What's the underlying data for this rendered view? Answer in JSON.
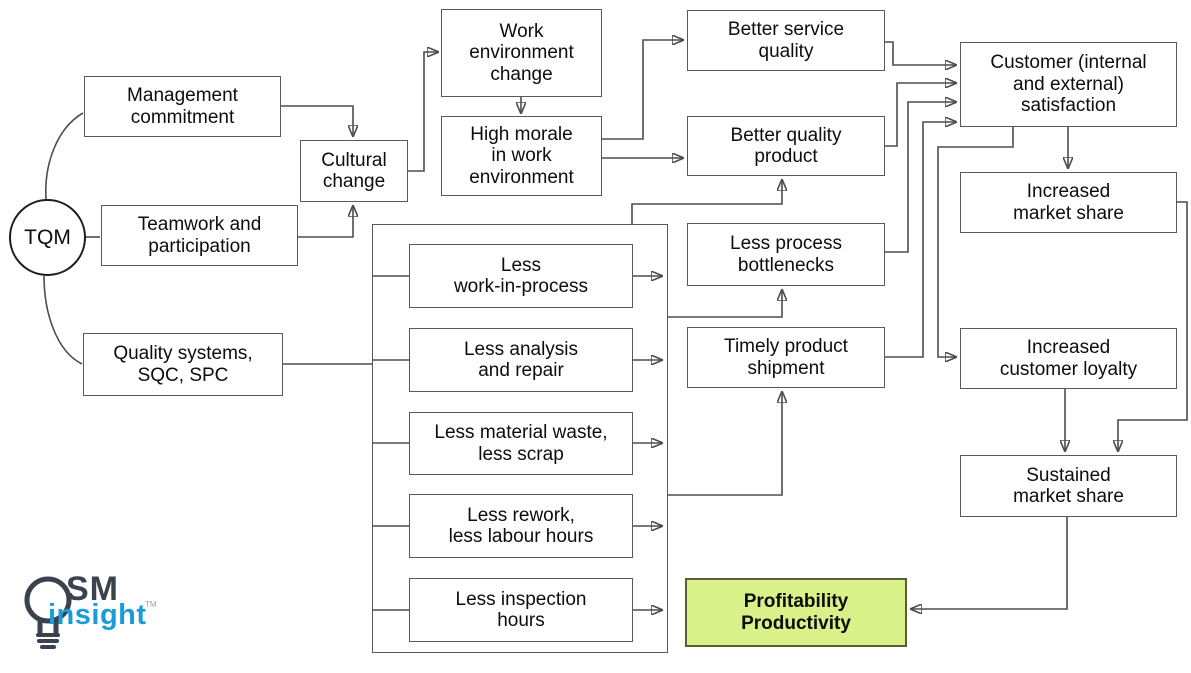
{
  "nodes": {
    "tqm": "TQM",
    "management": "Management\ncommitment",
    "teamwork": "Teamwork and\nparticipation",
    "quality_systems": "Quality systems,\nSQC, SPC",
    "cultural_change": "Cultural\nchange",
    "work_env_change": "Work\nenvironment\nchange",
    "high_morale": "High morale\nin work\nenvironment",
    "better_service": "Better service\nquality",
    "better_product": "Better quality\nproduct",
    "less_wip": "Less\nwork-in-process",
    "less_analysis": "Less analysis\nand repair",
    "less_material": "Less material waste,\nless scrap",
    "less_rework": "Less rework,\nless labour hours",
    "less_inspection": "Less inspection\nhours",
    "less_bottlenecks": "Less process\nbottlenecks",
    "timely_shipment": "Timely product\nshipment",
    "customer_satisfaction": "Customer (internal\nand external)\nsatisfaction",
    "increased_market_share": "Increased\nmarket share",
    "increased_loyalty": "Increased\ncustomer loyalty",
    "sustained_market_share": "Sustained\nmarket share",
    "profitability": "Profitability\nProductivity"
  },
  "logo": {
    "sm": "SM",
    "insight": "insight",
    "tm": "TM"
  },
  "colors": {
    "highlight_fill": "#d9f188",
    "highlight_border": "#5a5f33",
    "line": "#4d4d4d",
    "box_border": "#595959",
    "logo_dark": "#3a424d",
    "logo_blue": "#1b9cd8"
  }
}
